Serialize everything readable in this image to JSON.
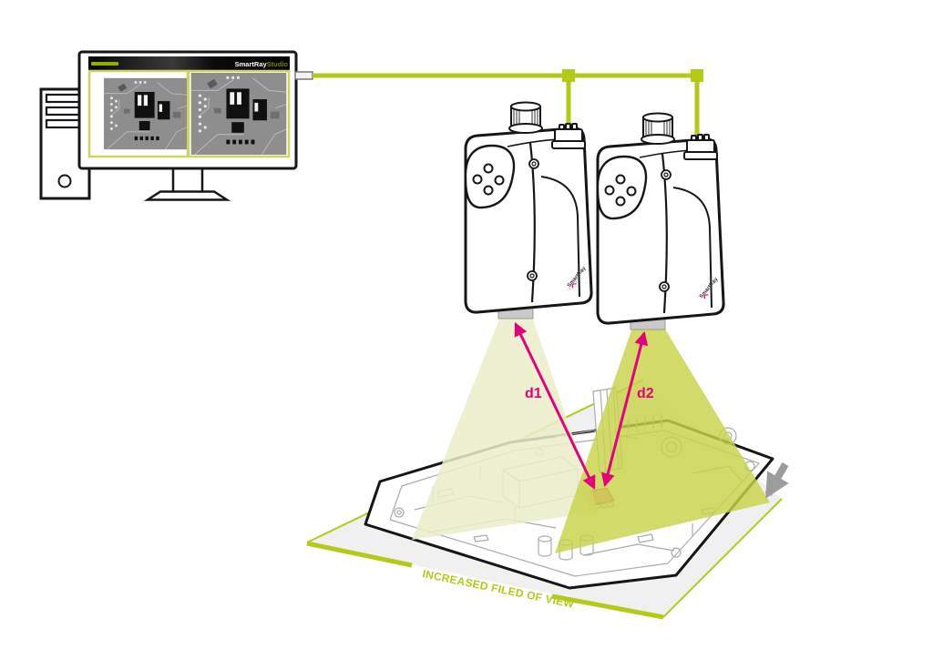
{
  "screen": {
    "brand": "SmartRay",
    "brand_suffix": "Studio"
  },
  "sensor": {
    "logo": "SmartRay"
  },
  "labels": {
    "d1": "d1",
    "d2": "d2",
    "fov": "INCREASED FILED OF VIEW"
  },
  "colors": {
    "lime": "#b5c918",
    "screen_panel_border": "#ccd65e",
    "magenta": "#e5007d",
    "cone_light": "#ebeec9",
    "cone_dark": "#c8d348",
    "plane_gray": "#f0f0f0",
    "motion_arrow_gray": "#9c9c9c",
    "outline_black": "#161616",
    "pcb_trace_gray": "#a8adad"
  }
}
